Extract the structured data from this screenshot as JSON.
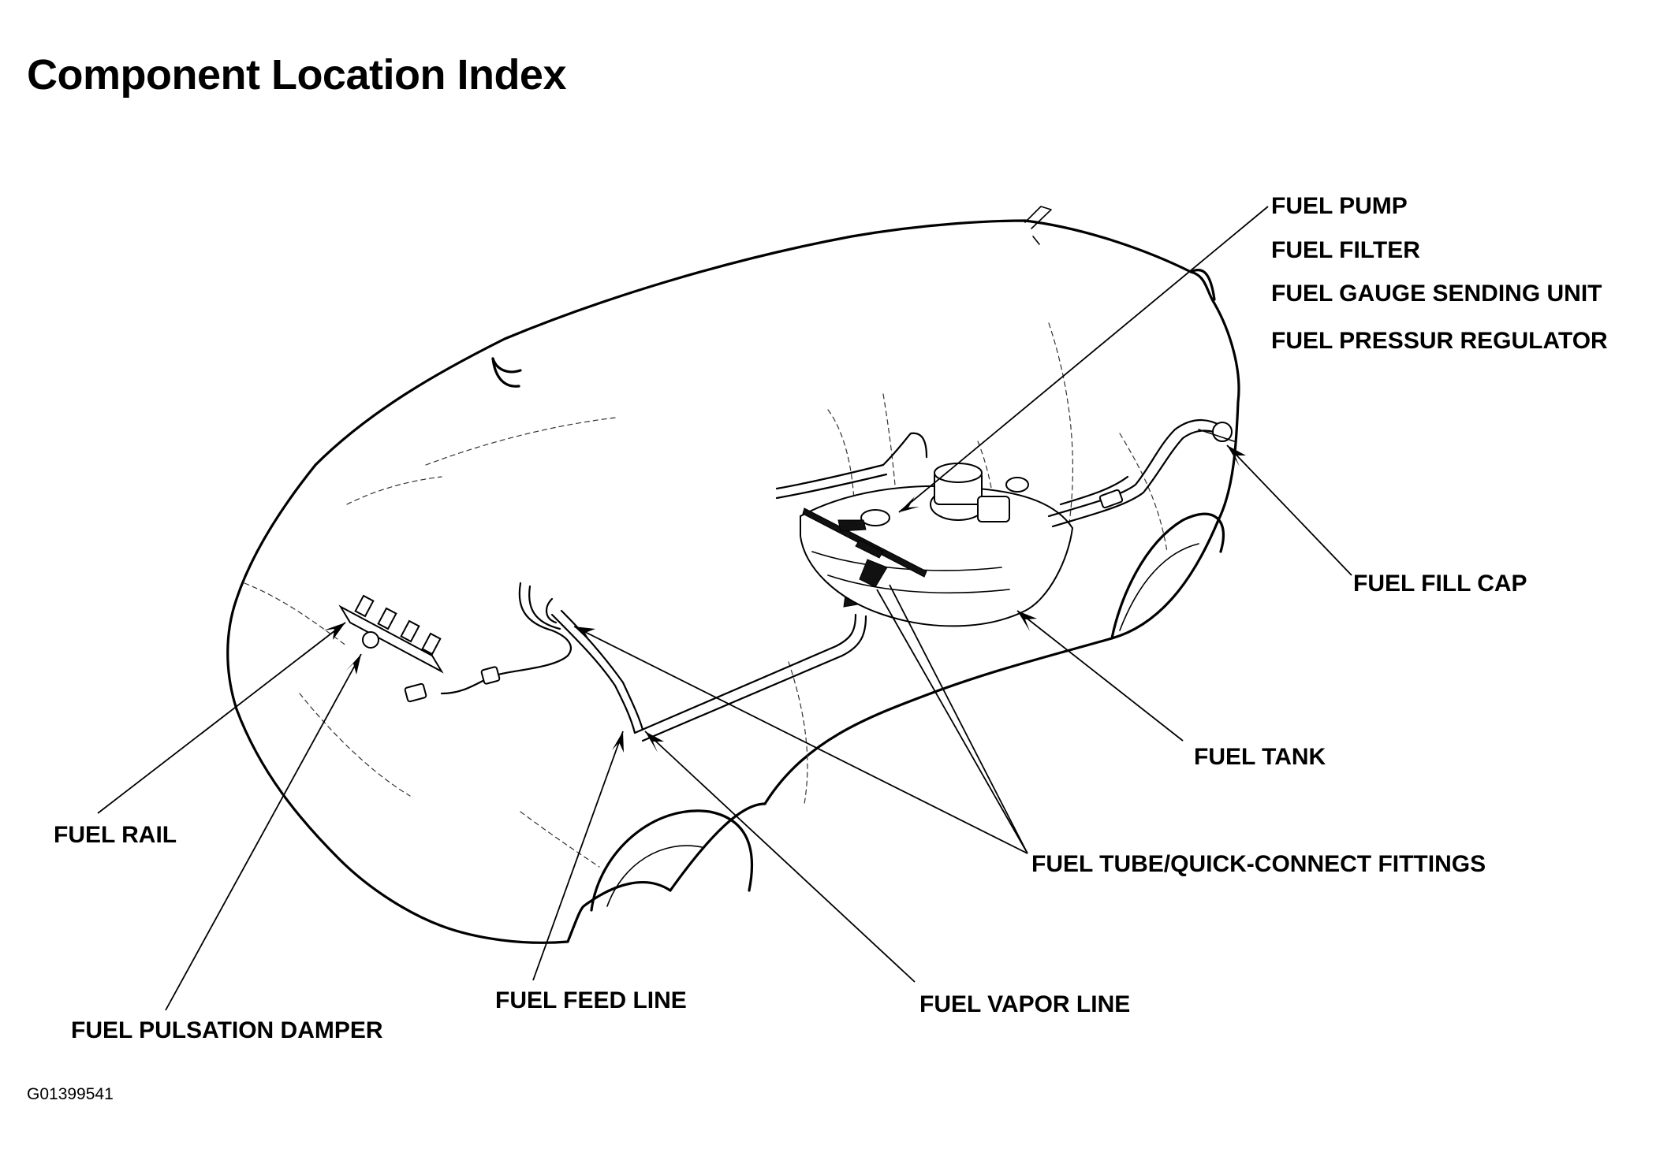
{
  "title": "Component Location Index",
  "figure_code": "G01399541",
  "labels": {
    "fuel_pump": "FUEL PUMP",
    "fuel_filter": "FUEL FILTER",
    "fuel_gauge_sending_unit": "FUEL GAUGE SENDING UNIT",
    "fuel_pressure_regulator": "FUEL PRESSUR REGULATOR",
    "fuel_fill_cap": "FUEL FILL CAP",
    "fuel_tank": "FUEL TANK",
    "fuel_tube_fittings": "FUEL TUBE/QUICK-CONNECT FITTINGS",
    "fuel_rail": "FUEL RAIL",
    "fuel_pulsation_damper": "FUEL PULSATION DAMPER",
    "fuel_feed_line": "FUEL FEED LINE",
    "fuel_vapor_line": "FUEL VAPOR LINE"
  }
}
